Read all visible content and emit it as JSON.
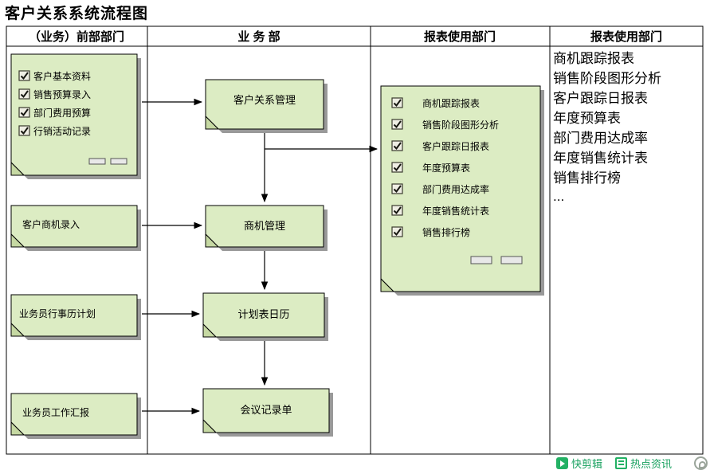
{
  "page": {
    "title": "客户关系系统流程图"
  },
  "lanes": [
    {
      "header": "（业务）前部部门"
    },
    {
      "header": "业 务 部"
    },
    {
      "header": "报表使用部门"
    },
    {
      "header": "报表使用部门"
    }
  ],
  "front": {
    "input_doc": {
      "items": [
        "客户基本资料",
        "销售预算录入",
        "部门费用预算",
        "行销活动记录"
      ]
    },
    "lead_doc": "客户商机录入",
    "schedule_doc": "业务员行事历计划",
    "work_report_doc": "业务员工作汇报"
  },
  "process": {
    "crm": "客户关系管理",
    "opportunity": "商机管理",
    "calendar": "计划表日历",
    "meeting": "会议记录单"
  },
  "reports": {
    "doc_items": [
      "商机跟踪报表",
      "销售阶段图形分析",
      "客户跟踪日报表",
      "年度预算表",
      "部门费用达成率",
      "年度销售统计表",
      "销售排行榜"
    ],
    "list_items": [
      "商机跟踪报表",
      "销售阶段图形分析",
      "客户跟踪日报表",
      "年度预算表",
      "部门费用达成率",
      "年度销售统计表",
      "销售排行榜",
      "..."
    ]
  },
  "toolbar": {
    "quick_clip": "快剪辑",
    "hot_news": "热点资讯"
  },
  "colors": {
    "doc_fill": "#dcecc3",
    "doc_fold": "#c6d9a3",
    "shadow": "#999999",
    "accent_green": "#18a15f"
  }
}
